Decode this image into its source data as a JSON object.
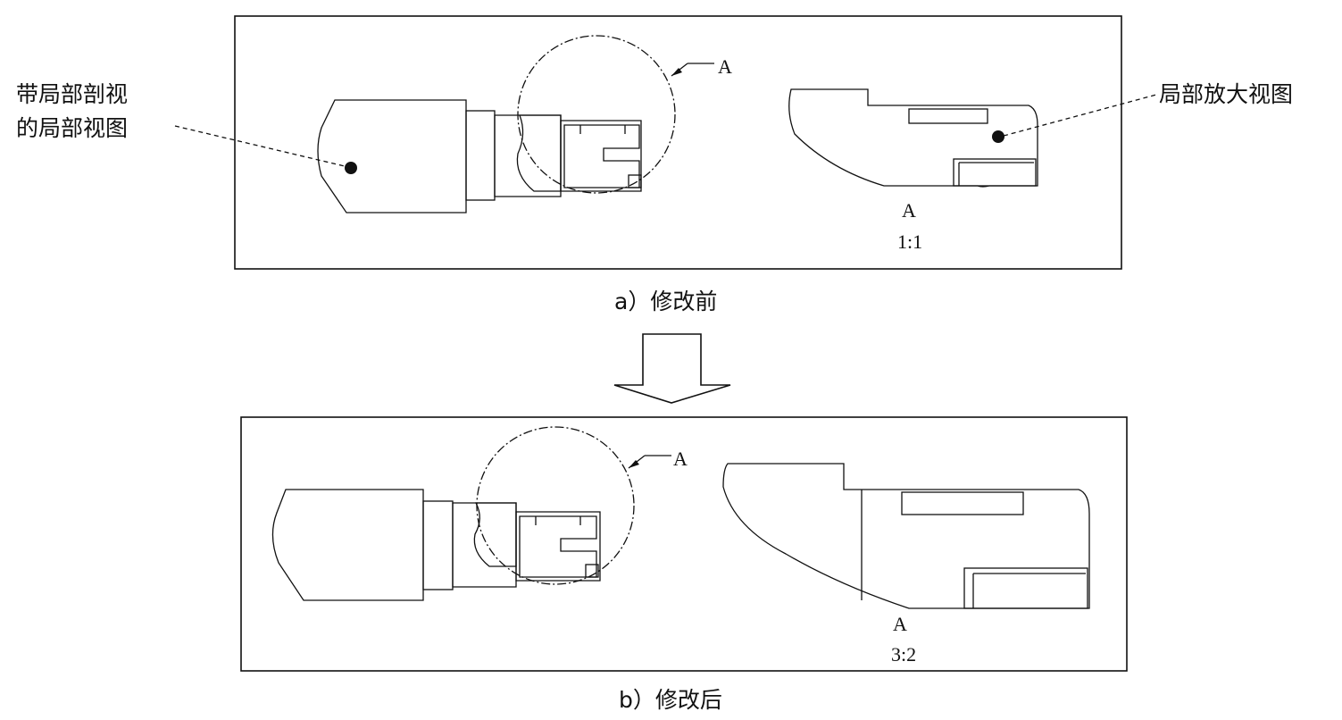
{
  "panel_a": {
    "caption": "a）修改前",
    "callout_left_line1": "带局部剖视",
    "callout_left_line2": "的局部视图",
    "callout_right": "局部放大视图",
    "detail_label": "A",
    "view_label": "A",
    "scale": "1:1"
  },
  "panel_b": {
    "caption": "b）修改后",
    "detail_label": "A",
    "view_label": "A",
    "scale": "3:2"
  },
  "arrow": {
    "direction": "down"
  }
}
